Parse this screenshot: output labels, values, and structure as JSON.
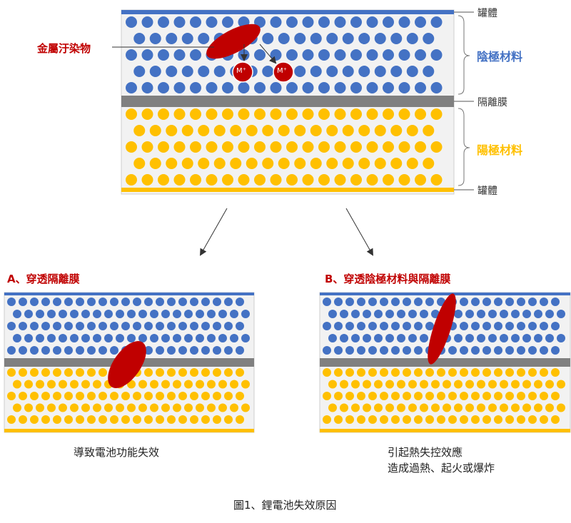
{
  "labels": {
    "can_top": "罐體",
    "cathode": "陰極材料",
    "separator": "隔離膜",
    "anode": "陽極材料",
    "can_bottom": "罐體",
    "contaminant": "金屬汙染物",
    "ion": "M⁺"
  },
  "cases": {
    "a": {
      "title": "A、穿透隔離膜",
      "result": "導致電池功能失效"
    },
    "b": {
      "title": "B、穿透陰極材料與隔離膜",
      "result_line1": "引起熱失控效應",
      "result_line2": "造成過熱、起火或爆炸"
    }
  },
  "figure_caption": "圖1、鋰電池失效原因",
  "colors": {
    "cathode": "#4472c4",
    "anode": "#ffc000",
    "separator": "#808080",
    "contaminant": "#c00000",
    "background": "#f2f2f2"
  }
}
